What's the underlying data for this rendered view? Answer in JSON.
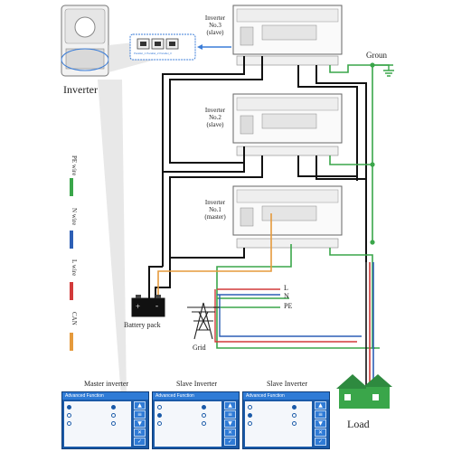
{
  "inverters": {
    "no3": "Inverter\nNo.3\n(slave)",
    "no2": "Inverter\nNo.2\n(slave)",
    "no1": "Inverter\nNo.1\n(master)"
  },
  "labels": {
    "inverter": "Inverter",
    "ground": "Groun",
    "battery": "Battery pack",
    "grid": "Grid",
    "load": "Load",
    "L": "L",
    "N": "N",
    "PE": "PE",
    "parallel_ports": "Parallel_1   Parallel_2   Parallel_3",
    "battery_plus": "+",
    "battery_minus": "-"
  },
  "legend": [
    {
      "label": "PE wire",
      "color": "#3aa64a"
    },
    {
      "label": "N wire",
      "color": "#2d5fb5"
    },
    {
      "label": "L wire",
      "color": "#d23a3a"
    },
    {
      "label": "CAN",
      "color": "#e59a3c"
    }
  ],
  "screens": [
    {
      "title": "Master inverter",
      "header": "Advanced Function"
    },
    {
      "title": "Slave Inverter",
      "header": "Advanced Function"
    },
    {
      "title": "Slave Inverter",
      "header": "Advanced Function"
    }
  ],
  "colors": {
    "pe": "#3aa64a",
    "n": "#2d5fb5",
    "l": "#d23a3a",
    "can": "#e59a3c",
    "black": "#111111"
  }
}
